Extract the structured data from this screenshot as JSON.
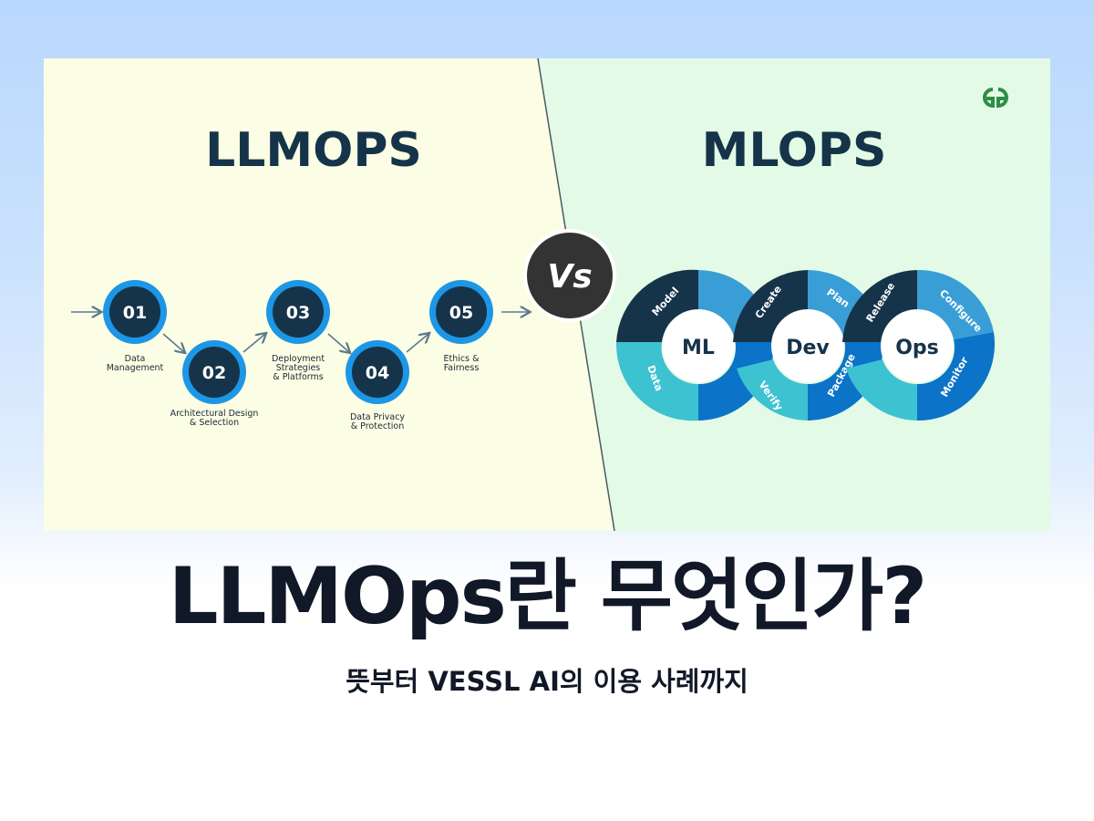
{
  "left_panel": {
    "title": "LLMOPS",
    "steps": [
      {
        "number": "01",
        "label_lines": [
          "Data",
          "Management"
        ]
      },
      {
        "number": "02",
        "label_lines": [
          "Architectural Design",
          "& Selection"
        ]
      },
      {
        "number": "03",
        "label_lines": [
          "Deployment",
          "Strategies",
          "& Platforms"
        ]
      },
      {
        "number": "04",
        "label_lines": [
          "Data Privacy",
          "& Protection"
        ]
      },
      {
        "number": "05",
        "label_lines": [
          "Ethics &",
          "Fairness"
        ]
      }
    ]
  },
  "vs_badge": {
    "text": "Vs"
  },
  "right_panel": {
    "title": "MLOPS",
    "logo": "GfG",
    "loops": [
      {
        "center": "ML",
        "top_label": "Model",
        "bottom_label": "Data"
      },
      {
        "center": "Dev",
        "top_label": "Create",
        "top_label_2": "Plan",
        "bottom_label": "Verify",
        "bottom_label_2": "Package"
      },
      {
        "center": "Ops",
        "top_label": "Release",
        "top_label_2": "Configure",
        "bottom_label": "Monitor"
      }
    ]
  },
  "headline": "LLMOps란 무엇인가?",
  "subheadline": "뜻부터 VESSL AI의 이용 사례까지",
  "colors": {
    "left_bg": "#fbfde4",
    "right_bg": "#e3fbe6",
    "navy": "#15344a",
    "ring_blue": "#1d96e5",
    "teal": "#3dc2d2",
    "mid_blue": "#3a9ed6",
    "deep_blue": "#0b74c8",
    "logo_green": "#2f8d46"
  }
}
